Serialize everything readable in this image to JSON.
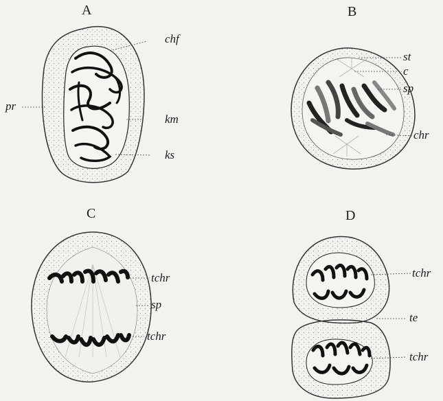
{
  "panels": [
    {
      "letter": "A"
    },
    {
      "letter": "B"
    },
    {
      "letter": "C"
    },
    {
      "letter": "D"
    }
  ],
  "labels": {
    "a_chf": "chf",
    "a_pr": "pr",
    "a_km": "km",
    "a_ks": "ks",
    "b_st": "st",
    "b_c": "c",
    "b_sp": "sp",
    "b_chr": "chr",
    "c_tchr_top": "tchr",
    "c_sp": "sp",
    "c_tchr_bottom": "tchr",
    "d_tchr_top": "tchr",
    "d_te": "te",
    "d_tchr_bottom": "tchr"
  }
}
